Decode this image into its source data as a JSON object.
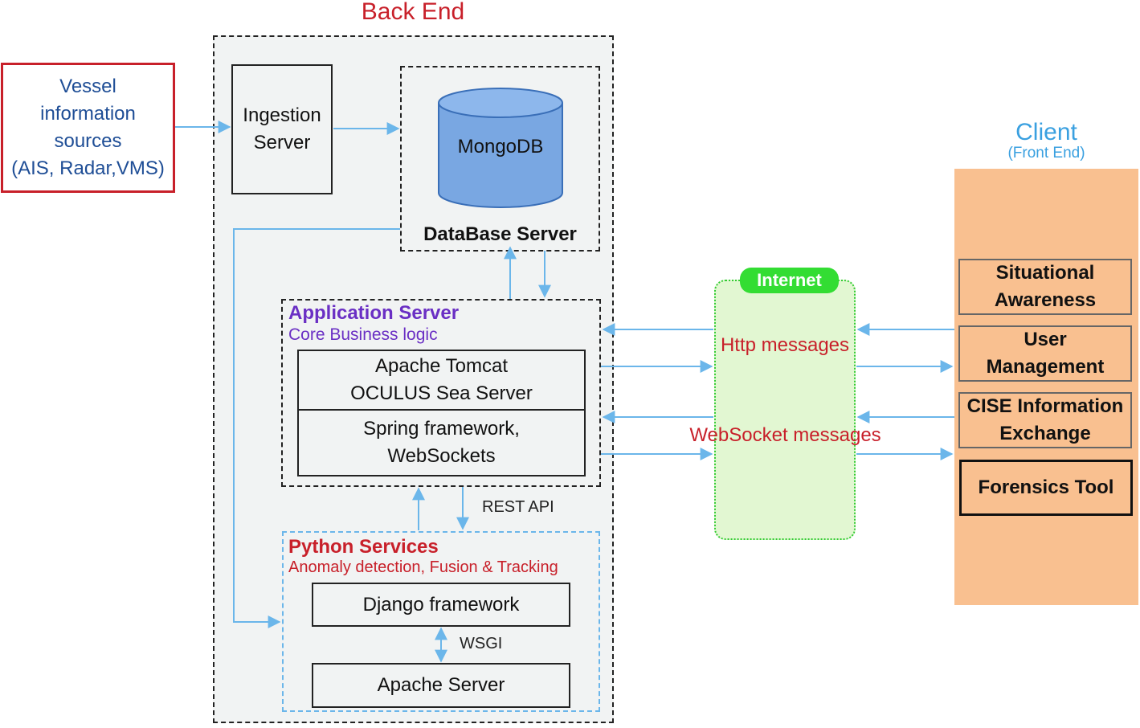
{
  "backend": {
    "title": "Back End",
    "ingestion_line1": "Ingestion",
    "ingestion_line2": "Server",
    "mongodb": "MongoDB",
    "database_server": "DataBase Server",
    "app_server": {
      "title": "Application Server",
      "subtitle": "Core Business logic",
      "tomcat_line1": "Apache Tomcat",
      "tomcat_line2": "OCULUS Sea Server",
      "spring_line1": "Spring framework,",
      "spring_line2": "WebSockets"
    },
    "rest_api": "REST API",
    "python": {
      "title": "Python Services",
      "subtitle": "Anomaly detection, Fusion & Tracking",
      "django": "Django framework",
      "wsgi": "WSGI",
      "apache": "Apache Server"
    }
  },
  "sources": {
    "line1": "Vessel",
    "line2": "information",
    "line3": "sources",
    "line4": "(AIS, Radar,VMS)"
  },
  "internet": {
    "label": "Internet",
    "http": "Http messages",
    "websocket": "WebSocket messages"
  },
  "client": {
    "title": "Client",
    "subtitle": "(Front End)",
    "modules": [
      {
        "line1": "Situational",
        "line2": "Awareness"
      },
      {
        "line1": "User",
        "line2": "Management"
      },
      {
        "line1": "CISE Information",
        "line2": "Exchange"
      },
      {
        "line1": "Forensics Tool",
        "line2": ""
      }
    ]
  },
  "colors": {
    "red": "#c8202a",
    "arrow": "#6bb6ea",
    "purple": "#6a2fc4",
    "green": "#33dd33",
    "orange": "#f9c090",
    "cylinder": "#79a7e2"
  }
}
